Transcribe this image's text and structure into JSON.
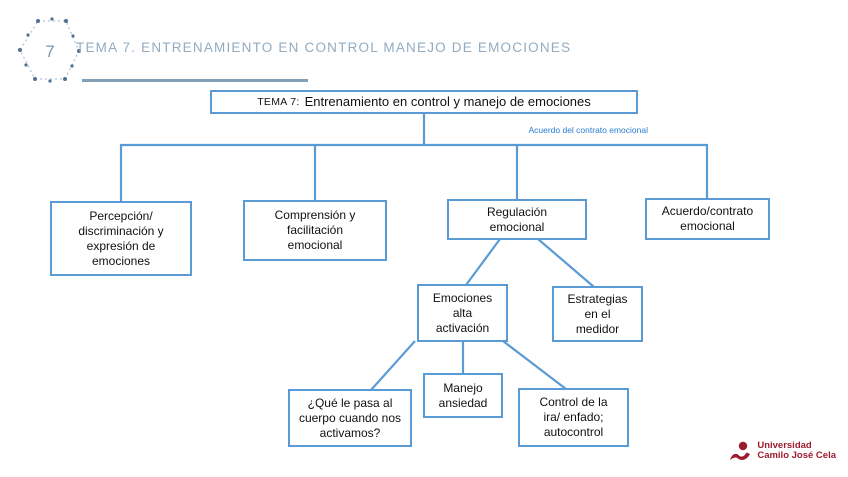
{
  "slide": {
    "page_number": "7",
    "header_title": "TEMA 7. ENTRENAMIENTO EN CONTROL MANEJO DE EMOCIONES"
  },
  "diagram": {
    "root_prefix": "TEMA 7:",
    "root_label": "Entrenamiento en control y manejo de emociones",
    "annotation": "Acuerdo del contrato emocional",
    "nodes": {
      "percepcion": "Percepción/ discriminación y expresión de emociones",
      "comprension": "Comprensión y facilitación emocional",
      "regulacion": "Regulación emocional",
      "acuerdo": "Acuerdo/contrato emocional",
      "emociones_alta": "Emociones alta activación",
      "estrategias": "Estrategias en el medidor",
      "que_pasa": "¿Qué le pasa al cuerpo cuando nos activamos?",
      "manejo_ansiedad": "Manejo ansiedad",
      "control_ira": "Control de la ira/ enfado; autocontrol"
    }
  },
  "logo": {
    "line1": "Universidad",
    "line2": "Camilo José Cela"
  },
  "colors": {
    "box_border": "#5B9BD5",
    "connector": "#5B9BD5",
    "annotation_text": "#2B7CD3",
    "header_text": "#93ABC0",
    "underline": "#83A0B9",
    "logo_red": "#9D1B2E",
    "box_text": "#111111"
  }
}
